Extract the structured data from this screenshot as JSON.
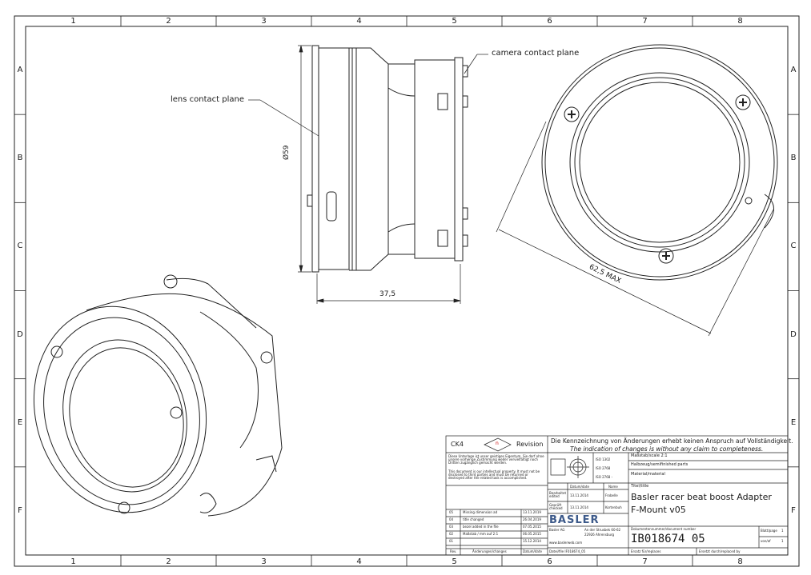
{
  "frame": {
    "columns": [
      "1",
      "2",
      "3",
      "4",
      "5",
      "6",
      "7",
      "8"
    ],
    "rows": [
      "A",
      "B",
      "C",
      "D",
      "E",
      "F"
    ]
  },
  "annotations": {
    "camera_contact_plane": "camera contact plane",
    "lens_contact_plane": "lens contact plane",
    "diameter": "Ø59",
    "length": "37,5",
    "max_dim": "62,5 MAX"
  },
  "title_block": {
    "status": "CK4",
    "revision_label": "Revision",
    "revision_symbol": "n",
    "notice_de": "Die Kennzeichnung von Änderungen erhebt keinen Anspruch auf Vollständigkeit.",
    "notice_en": "The indication of changes is without any claim to completeness.",
    "confidential_de": "Diese Unterlage ist unser geistiges Eigentum. Sie darf ohne unsere vorherige Zustimmung weder vervielfältigt noch Dritten zugänglich gemacht werden.",
    "confidential_en": "This document is our intellectual property. It must not be disclosed to third parties and must be returned or destroyed after the related task is accomplished.",
    "iso_1": "ISO 1302",
    "iso_2": "ISO 2768",
    "iso_3": "ISO 2768 -",
    "scale": "Maßstab/scale 2:1",
    "semi_finished": "Halbzeug/semifinished parts",
    "material": "Material/material",
    "title_label": "Titel/title",
    "title_line1": "Basler racer beat boost Adapter",
    "title_line2": "F-Mount v05",
    "date_label": "Datum/date",
    "name_label": "Name",
    "edited_label": "Bearbeitet edited",
    "checked_label": "Geprüft checked",
    "edited_date": "13.11.2014",
    "edited_name": "Frobelle",
    "checked_date": "13.11.2014",
    "checked_name": "Kortenbuh",
    "logo": "BASLER",
    "company_lines": [
      "Basler AG",
      "An der Strusbek 60-62",
      "22926 Ahrensburg",
      "www.baslerweb.com"
    ],
    "file_name": "Datei/file IF018674_05",
    "doc_number_label": "Dokumentennummer/document number",
    "doc_number": "IB018674  05",
    "sheet_label": "Blatt/page",
    "sheet_value": "1",
    "sheet_of": "von/of",
    "sheet_total": "1",
    "created_label": "Ersatz für/replaces",
    "replaced_label": "Ersetzt durch/replaced by",
    "rev_header": "Rev.",
    "changes_header": "Änderungen/changes",
    "rev_date_header": "Datum/date",
    "revisions": [
      {
        "rev": "05",
        "change": "Missing dimension ad",
        "date": "13.11.2019"
      },
      {
        "rev": "04",
        "change": "title changed",
        "date": "26.04.2019"
      },
      {
        "rev": "03",
        "change": "bezel added in the file",
        "date": "07.05.2015"
      },
      {
        "rev": "02",
        "change": "Maßstab / mm auf 2:1",
        "date": "06.05.2015"
      },
      {
        "rev": "01",
        "change": "",
        "date": "15.12.2014"
      }
    ]
  }
}
